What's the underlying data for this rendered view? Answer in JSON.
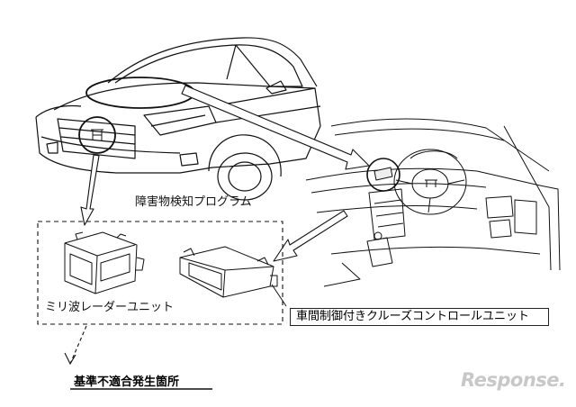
{
  "labels": {
    "obstacle_program": "障害物検知プログラム",
    "radar_unit": "ミリ波レーダーユニット",
    "cruise_control_unit": "車間制御付きクルーズコントロールユニット",
    "nonconformity_location": "基準不適合発生箇所"
  },
  "watermark": {
    "text": "Response."
  },
  "colors": {
    "line": "#111111",
    "watermark": "#c8c8c8"
  },
  "icons": [
    "car-illustration",
    "dashboard-illustration",
    "radar-unit-illustration",
    "cruise-unit-illustration"
  ]
}
